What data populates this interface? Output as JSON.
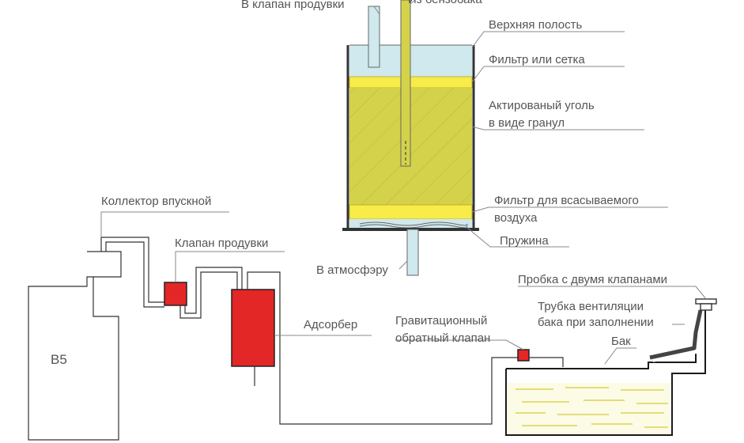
{
  "labels": {
    "to_purge_valve": "В клапан продувки",
    "from_tank": "Из бензобака",
    "upper_cavity": "Верхняя полость",
    "filter_or_mesh": "Фильтр или сетка",
    "activated_carbon_1": "Актированый уголь",
    "activated_carbon_2": "в виде гранул",
    "intake_filter_1": "Фильтр для всасываемого",
    "intake_filter_2": "воздуха",
    "spring": "Пружина",
    "to_atmosphere": "В атмосфэру",
    "intake_manifold": "Коллектор впускной",
    "purge_valve": "Клапан продувки",
    "adsorber": "Адсорбер",
    "gravity_valve_1": "Гравитационный",
    "gravity_valve_2": "обратный клапан",
    "cap_two_valves": "Пробка с двумя клапанами",
    "vent_tube_1": "Трубка вентиляции",
    "vent_tube_2": "бака при заполнении",
    "tank": "Бак",
    "engine": "B5"
  },
  "colors": {
    "cavity_blue": "#cfe9ee",
    "filter_yellow": "#f7ec4a",
    "carbon_olive": "#d4d24a",
    "component_red": "#e32626",
    "fuel_line": "#d8c93a",
    "tank_fill": "#fbfbe6"
  }
}
